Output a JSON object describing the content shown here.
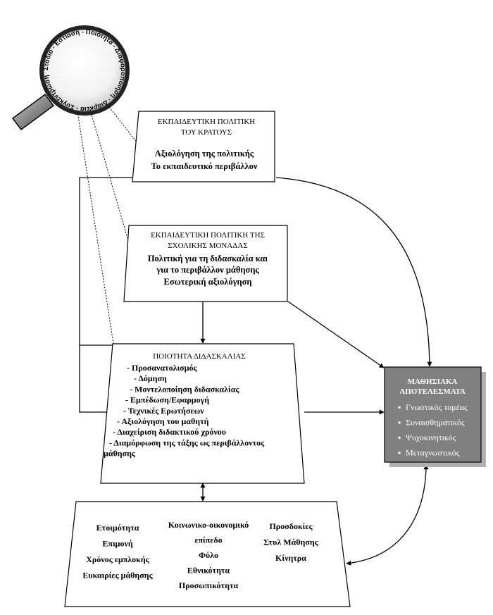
{
  "lens_text": "Στάδιο - Εστίαση - Ποιότητα - Διαφοροποίηση - Διάρκεια - Συγκέντρωση",
  "state_policy": {
    "title_line1": "ΕΚΠΑΙΔΕΥΤΙΚΗ ΠΟΛΙΤΙΚΗ",
    "title_line2": "ΤΟΥ ΚΡΑΤΟΥΣ",
    "line1": "Αξιολόγηση της πολιτικής",
    "line2": "Το εκπαιδευτικό περιβάλλον"
  },
  "school_policy": {
    "title_line1": "ΕΚΠΑΙΔΕΥΤΙΚΗ ΠΟΛΙΤΙΚΗ ΤΗΣ",
    "title_line2": "ΣΧΟΛΙΚΗΣ ΜΟΝΑΔΑΣ",
    "line1": "Πολιτική για τη διδασκαλία και",
    "line2": "για το περιβάλλον μάθησης",
    "line3": "Εσωτερική αξιολόγηση"
  },
  "teaching_quality": {
    "title": "ΠΟΙΟΤΗΤΑ ΔΙΔΑΣΚΑΛΙΑΣ",
    "items": [
      "-  Προσανατολισμός",
      "-  Δόμηση",
      "-  Μοντελοποίηση διδασκαλίας",
      "-  Εμπέδωση/Εφαρμογή",
      "-  Τεχνικές Ερωτήσεων",
      "-  Αξιολόγηση του μαθητή",
      "-  Διαχείριση διδακτικού χρόνου",
      "-  Διαμόρφωση της τάξης ως περιβάλλοντος",
      "μάθησης"
    ]
  },
  "learning_outcomes": {
    "title_line1": "ΜΑΘΗΣΙΑΚΑ",
    "title_line2": "ΑΠΟΤΕΛΕΣΜΑΤΑ",
    "bullet": "▪",
    "items": [
      "Γνωστικός τομέας",
      "Συναισθηματικός",
      "Ψυχοκινητικός",
      "Μεταγνωστικός"
    ],
    "fill_color": "#808080",
    "shadow_color": "#b0b0b0"
  },
  "student_factors": {
    "col1": [
      "Ετοιμότητα",
      "Επιμονή",
      "Χρόνος εμπλοκής",
      "Ευκαιρίες μάθησης"
    ],
    "col2": [
      "Κοινωνικο-οικονομικό",
      "επίπεδο",
      "Φύλο",
      "Εθνικότητα",
      "Προσωπικότητα"
    ],
    "col3": [
      "Προσδοκίες",
      "Στυλ Μάθησης",
      "Κίνητρα"
    ]
  }
}
